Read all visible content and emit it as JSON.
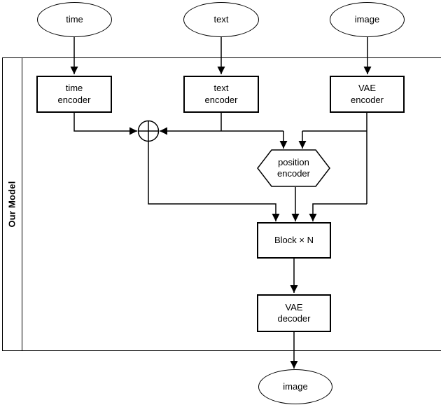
{
  "diagram": {
    "type": "flowchart",
    "frame_label": "Our Model",
    "inputs": {
      "time": "time",
      "text": "text",
      "image": "image"
    },
    "nodes": {
      "time_encoder": "time\nencoder",
      "text_encoder": "text\nencoder",
      "vae_encoder": "VAE\nencoder",
      "position_encoder": "position\nencoder",
      "block": "Block × N",
      "vae_decoder": "VAE\ndecoder"
    },
    "output": {
      "image": "image"
    },
    "operators": {
      "sum": "circled-plus"
    },
    "colors": {
      "stroke": "#000000",
      "background": "#ffffff"
    }
  }
}
